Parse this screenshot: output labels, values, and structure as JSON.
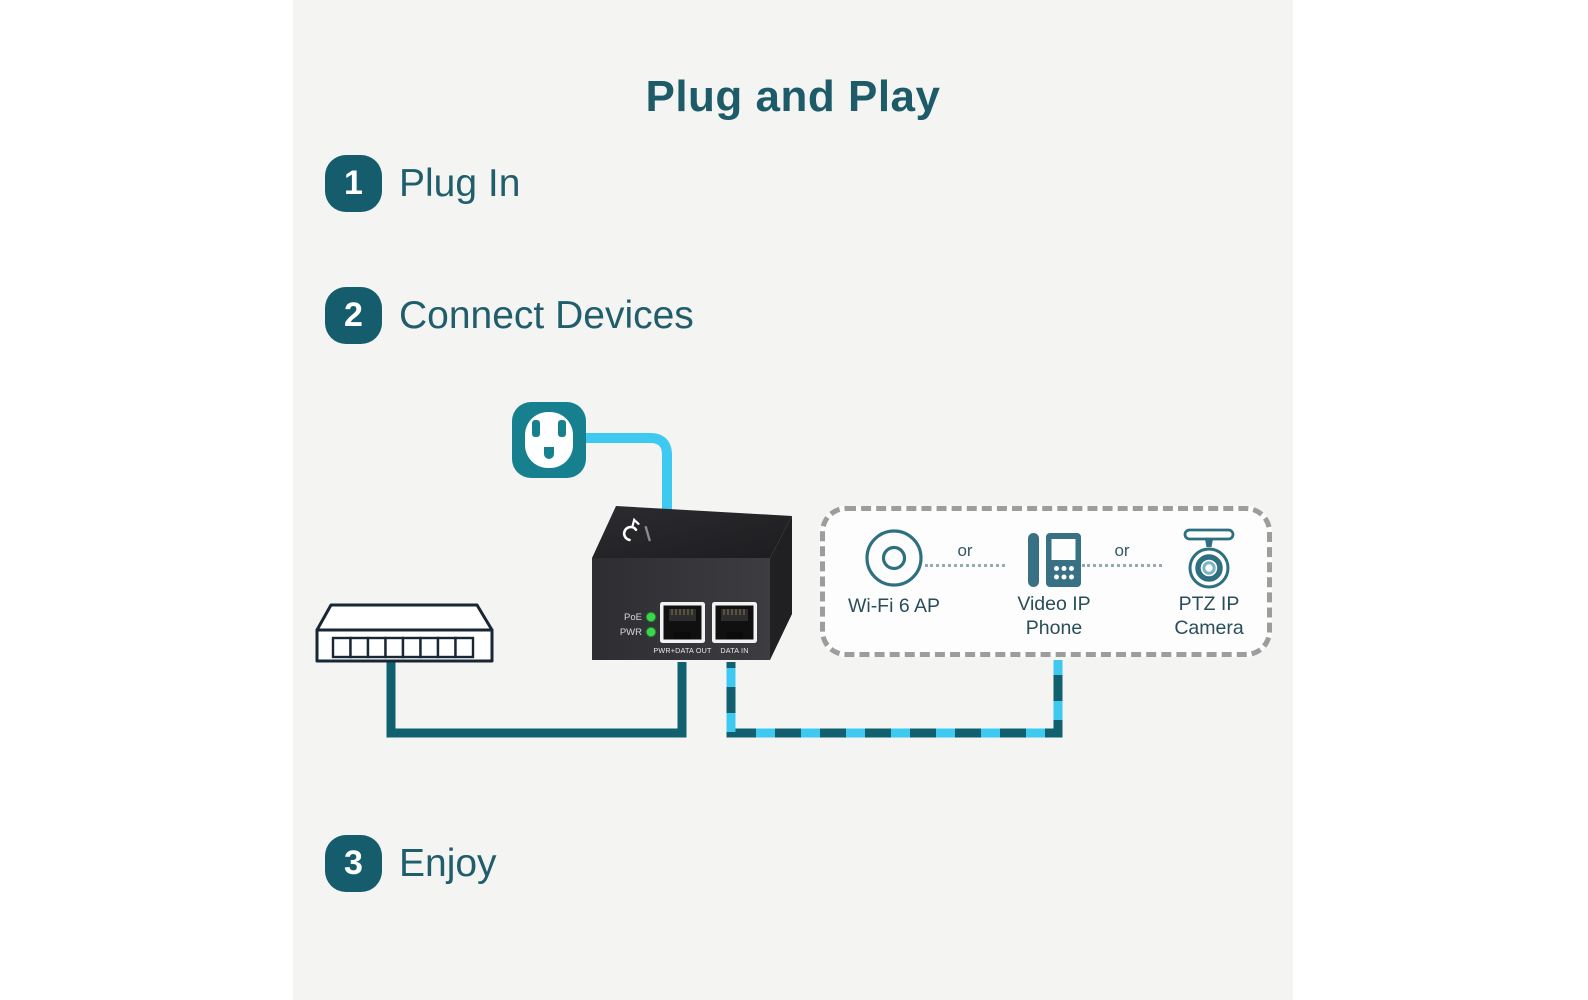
{
  "title": "Plug and Play",
  "steps": [
    {
      "number": "1",
      "label": "Plug In"
    },
    {
      "number": "2",
      "label": "Connect Devices"
    },
    {
      "number": "3",
      "label": "Enjoy"
    }
  ],
  "diagram": {
    "power_outlet_icon": "power-outlet-icon",
    "network_switch_icon": "network-switch-icon",
    "power_injector": {
      "brand_icon": "tp-link-logo",
      "led_labels": [
        "PoE",
        "PWR"
      ],
      "led_state": "green-on",
      "port_labels": [
        "PWR+DATA OUT",
        "DATA IN"
      ]
    },
    "connected_devices": {
      "separator_label": "or",
      "devices": [
        {
          "label": "Wi-Fi 6 AP",
          "icon": "wifi-6-ap-icon"
        },
        {
          "label": "Video IP Phone",
          "icon": "video-ip-phone-icon"
        },
        {
          "label": "PTZ IP Camera",
          "icon": "ptz-ip-camera-icon"
        }
      ]
    }
  },
  "colors": {
    "background_panel": "#f4f4f3",
    "heading_text": "#1d5b68",
    "step_badge": "#155d6d",
    "outlet_teal": "#17808e",
    "wire_cyan": "#3ec9f0",
    "wire_teal": "#10606f",
    "led_green": "#3ed44d",
    "dashed_box_border": "#9d9d9d",
    "device_icon_teal": "#2e7080"
  }
}
